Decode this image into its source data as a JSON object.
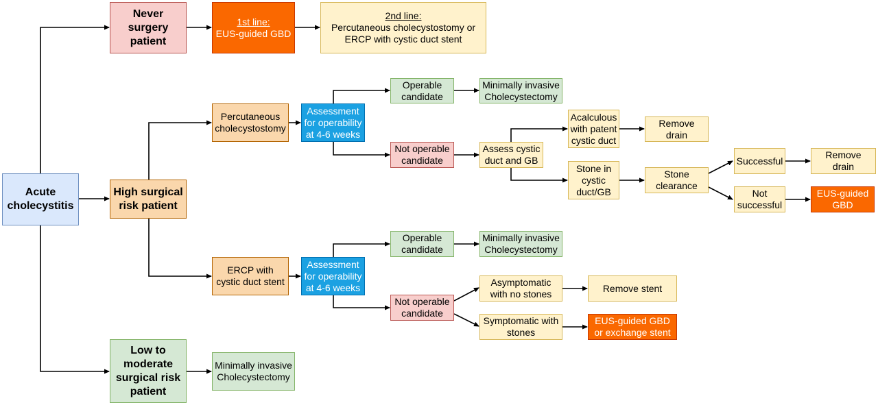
{
  "nodes": {
    "acute": "Acute cholecystitis",
    "never_surgery": "Never surgery patient",
    "first_line_label": "1st line:",
    "first_line_text": "EUS-guided GBD",
    "second_line_label": "2nd line:",
    "second_line_text": "Percutaneous cholecystostomy or ERCP with cystic duct stent",
    "high_risk": "High surgical risk patient",
    "low_risk": "Low to moderate surgical risk patient",
    "low_mic": "Minimally invasive Cholecystectomy",
    "perc_chole": "Percutaneous cholecystostomy",
    "assess_op_1": "Assessment for operability at 4-6 weeks",
    "operable_1": "Operable candidate",
    "mic_1": "Minimally invasive Cholecystectomy",
    "not_operable_1": "Not operable candidate",
    "assess_cystic": "Assess cystic duct and GB",
    "acalculous": "Acalculous with patent cystic duct",
    "remove_drain_1": "Remove drain",
    "stone_in": "Stone in cystic duct/GB",
    "stone_clear": "Stone clearance",
    "successful": "Successful",
    "remove_drain_2": "Remove drain",
    "not_successful": "Not successful",
    "eus_gbd": "EUS-guided GBD",
    "ercp_stent": "ERCP with cystic duct stent",
    "assess_op_2": "Assessment for operability at 4-6 weeks",
    "operable_2": "Operable candidate",
    "mic_2": "Minimally invasive Cholecystectomy",
    "not_operable_2": "Not operable candidate",
    "asymptomatic": "Asymptomatic with no stones",
    "remove_stent": "Remove stent",
    "symptomatic": "Symptomatic with stones",
    "eus_exchange": "EUS-guided GBD or exchange stent"
  },
  "colors": {
    "line": "#000000",
    "pink_fill": "#f8cecc",
    "peach_fill": "#fad7ac",
    "blue_fill": "#dae8fc",
    "green_fill": "#d5e8d4",
    "yellow_fill": "#fff2cc",
    "orange_fill": "#fa6800",
    "cyan_fill": "#1ba1e2"
  }
}
